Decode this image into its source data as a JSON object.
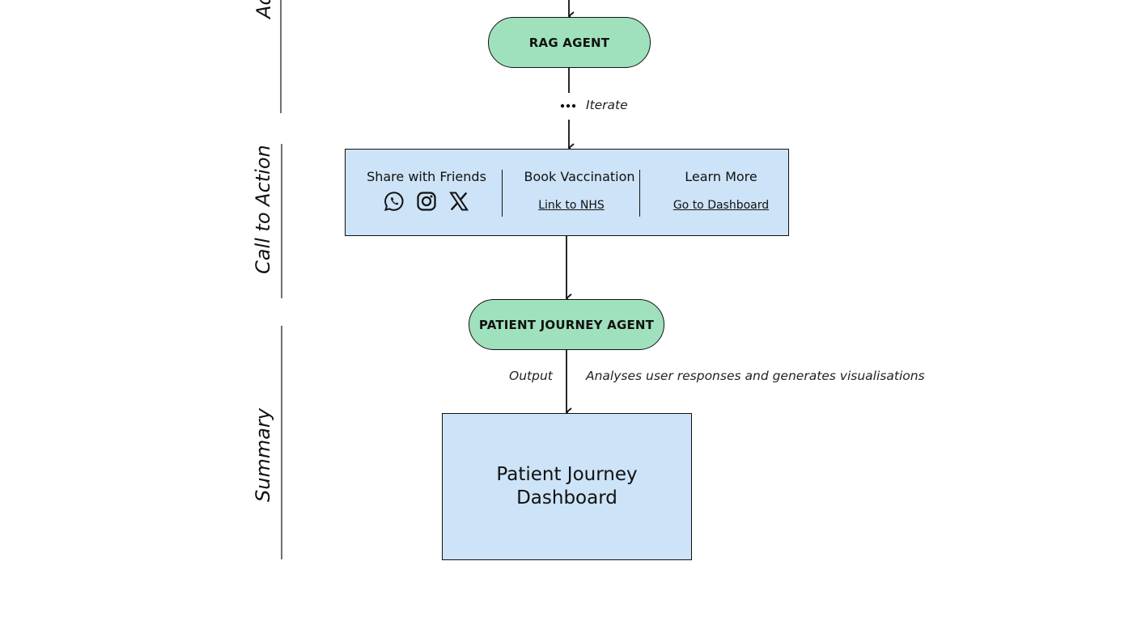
{
  "sections": {
    "top_label": "Adc",
    "call_to_action": "Call to Action",
    "summary": "Summary"
  },
  "nodes": {
    "rag_agent": "RAG AGENT",
    "patient_journey_agent": "PATIENT JOURNEY AGENT"
  },
  "annotations": {
    "iterate": "Iterate",
    "output": "Output",
    "analyses": "Analyses user responses and generates visualisations"
  },
  "cta": {
    "share_title": "Share with Friends",
    "share_icons": [
      "whatsapp-icon",
      "instagram-icon",
      "x-icon"
    ],
    "book_title": "Book Vaccination",
    "book_link": "Link to NHS",
    "learn_title": "Learn More",
    "learn_link": "Go to Dashboard"
  },
  "dashboard": {
    "title_line1": "Patient Journey",
    "title_line2": "Dashboard"
  }
}
